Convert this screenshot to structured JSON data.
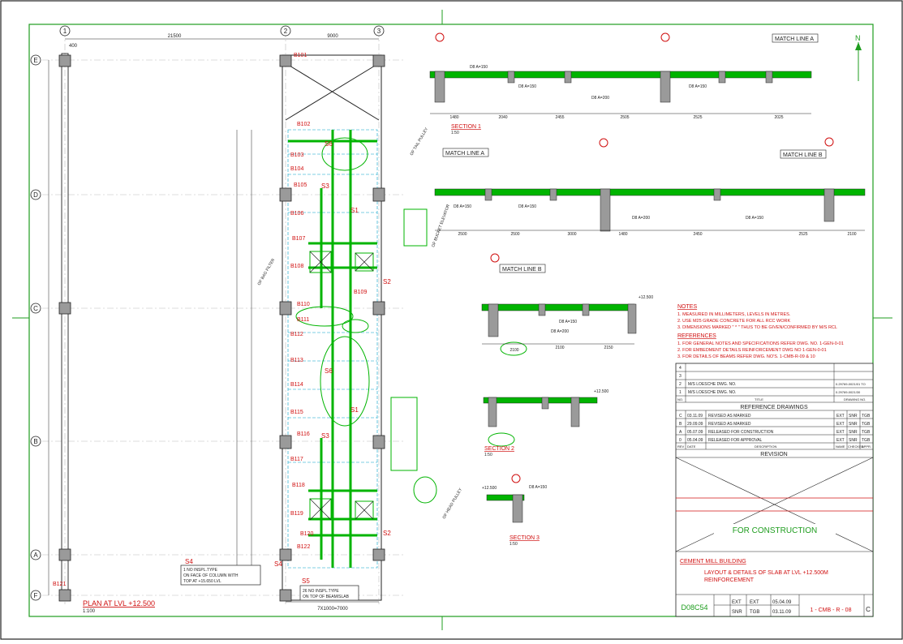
{
  "colors": {
    "frame": "#1f9d1f",
    "slab": "#00b400",
    "beam_fill": "#9a9a9a",
    "beam_label": "#d01010",
    "dim": "#000000",
    "grid": "#bbbbbb",
    "note": "#d01010",
    "cyan": "#00a0c8"
  },
  "grid_bubbles": {
    "top": [
      "1",
      "2",
      "3"
    ],
    "left": [
      "E",
      "D",
      "C",
      "B",
      "A",
      "F"
    ]
  },
  "plan": {
    "top_dims": [
      "21500",
      "9000",
      "400"
    ],
    "title": "PLAN AT LVL +12.500",
    "scale": "1:100",
    "bottom_dim": "7X1000=7000",
    "beams_top": [
      "B101",
      "B102",
      "B103",
      "B104",
      "B105",
      "B106",
      "B107",
      "B108",
      "B109",
      "B110",
      "B111",
      "B112",
      "B113",
      "B114",
      "B115",
      "B116",
      "B117",
      "B118",
      "B119",
      "B120",
      "B121",
      "B122"
    ],
    "slab_marks": [
      "S1",
      "S2",
      "S3",
      "S4",
      "S5",
      "S6"
    ],
    "notes": {
      "s4_tag": "S4",
      "s4_line1": "1 NO INSPL.TYPE",
      "s4_line2": "ON FACE OF COLUMN WITH",
      "s4_line3": "TOP AT +15.650 LVL",
      "s5_tag": "S5",
      "s5_line1": "26 NO INSPL.TYPE",
      "s5_line2": "ON TOP OF BEAM/SLAB"
    },
    "pulley_labels": [
      "OF TAIL PULLEY",
      "OF HEAD PULLEY",
      "OF BUCKET ELEVATOR",
      "OF BAG FILTER"
    ]
  },
  "sections": {
    "match_a": "MATCH LINE A",
    "match_b": "MATCH LINE B",
    "section1": "SECTION 1",
    "section2": "SECTION 2",
    "section3": "SECTION 3",
    "scale": "1:50",
    "s1_dims": [
      "1480",
      "2040",
      "2455",
      "2505",
      "2525",
      "2025"
    ],
    "s2_dims": [
      "2500",
      "2500",
      "3000",
      "1480",
      "2450",
      "2525",
      "2100"
    ],
    "s3_dims": [
      "2100",
      "2100",
      "2150"
    ],
    "rebar_label": "D8 A=150",
    "rebar_label2": "D8 A=200",
    "level": "+12.500"
  },
  "notes": {
    "title": "NOTES",
    "items": [
      "1. MEASURED IN MILLIMETERS, LEVELS IN METRES.",
      "2. USE M25 GRADE CONCRETE FOR ALL RCC WORK",
      "3. DIMENSIONS MARKED \" * \" THUS TO BE GIVEN/CONFIRMED BY M/S RCL"
    ],
    "refs_title": "REFERENCES",
    "refs": [
      "1. FOR GENERAL NOTES AND SPECIFICATIONS REFER DWG. NO. 1-GEN-0-01",
      "2. FOR EMBEDMENT DETAILS REINFORCEMENT DWG NO 1-GEN-0-01",
      "3. FOR DETAILS OF BEAMS REFER DWG. NO'S. 1-CMB-R-09 & 10"
    ]
  },
  "title_block": {
    "ref_rows": [
      {
        "no": "4",
        "title": "",
        "dwg": ""
      },
      {
        "no": "3",
        "title": "",
        "dwg": ""
      },
      {
        "no": "2",
        "title": "M/S LOESCHE DWG. NO.",
        "dwg": "0.29769-0021/01 TO"
      },
      {
        "no": "1",
        "title": "M/S LOESCHE DWG. NO.",
        "dwg": "0.29769-0021/30"
      }
    ],
    "ref_header": [
      "NO.",
      "TITLE",
      "DRAWING NO."
    ],
    "ref_title": "REFERENCE DRAWINGS",
    "rev_rows": [
      {
        "rev": "C",
        "date": "03.11.09",
        "desc": "REVISED AS MARKED",
        "a": "EXT",
        "b": "SNR",
        "c": "TGB"
      },
      {
        "rev": "B",
        "date": "29.09.09",
        "desc": "REVISED AS MARKED",
        "a": "EXT",
        "b": "SNR",
        "c": "TGB"
      },
      {
        "rev": "A",
        "date": "05.07.09",
        "desc": "RELEASED FOR CONSTRUCTION",
        "a": "EXT",
        "b": "SNR",
        "c": "TGB"
      },
      {
        "rev": "0",
        "date": "05.04.09",
        "desc": "RELEASED FOR APPROVAL",
        "a": "EXT",
        "b": "SNR",
        "c": "TGB"
      }
    ],
    "rev_header": [
      "REV",
      "DATE",
      "DESCRIPTION",
      "NAME",
      "CHECKED",
      "APPR."
    ],
    "rev_title": "REVISION",
    "status": "FOR CONSTRUCTION",
    "building": "CEMENT MILL BUILDING",
    "title_line1": "LAYOUT & DETAILS OF SLAB AT LVL +12.500M",
    "title_line2": "REINFORCEMENT",
    "job_no": "D08C54",
    "drawn": "EXT",
    "checked": "SNR",
    "designed": "EXT",
    "approved": "TGB",
    "date1": "05.04.09",
    "date2": "03.11.09",
    "dwg_no": "1 - CMB - R - 08",
    "rev": "C"
  },
  "north": "N"
}
